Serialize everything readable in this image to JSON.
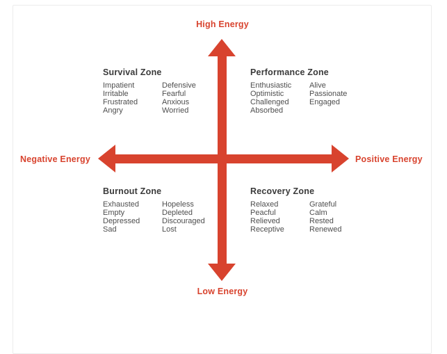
{
  "diagram": {
    "accent_color": "#d8432e",
    "title_text_color": "#3a3a3a",
    "body_text_color": "#4e4e4e",
    "axes": {
      "top": "High Energy",
      "bottom": "Low Energy",
      "left": "Negative Energy",
      "right": "Positive Energy"
    },
    "quadrants": [
      {
        "id": "survival",
        "title": "Survival Zone",
        "col1": [
          "Impatient",
          "Irritable",
          "Frustrated",
          "Angry"
        ],
        "col2": [
          "Defensive",
          "Fearful",
          "Anxious",
          "Worried"
        ]
      },
      {
        "id": "performance",
        "title": "Performance Zone",
        "col1": [
          "Enthusiastic",
          "Optimistic",
          "Challenged",
          "Absorbed"
        ],
        "col2": [
          "Alive",
          "Passionate",
          "Engaged"
        ]
      },
      {
        "id": "burnout",
        "title": "Burnout Zone",
        "col1": [
          "Exhausted",
          "Empty",
          "Depressed",
          "Sad"
        ],
        "col2": [
          "Hopeless",
          "Depleted",
          "Discouraged",
          "Lost"
        ]
      },
      {
        "id": "recovery",
        "title": "Recovery Zone",
        "col1": [
          "Relaxed",
          "Peacful",
          "Relieved",
          "Receptive"
        ],
        "col2": [
          "Grateful",
          "Calm",
          "Rested",
          "Renewed"
        ]
      }
    ]
  }
}
